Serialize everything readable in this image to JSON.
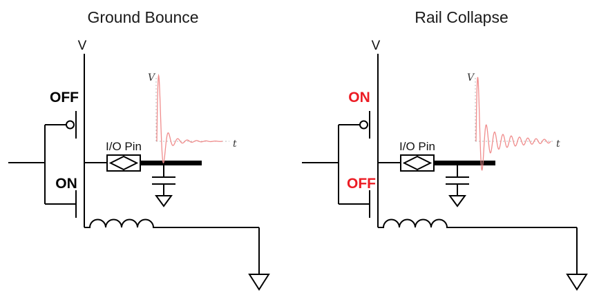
{
  "left": {
    "title": "Ground Bounce",
    "supply_label": "V",
    "pmos_state": "OFF",
    "nmos_state": "ON",
    "io_pin_label": "I/O Pin",
    "plot_y_label": "V",
    "plot_x_label": "t",
    "state_color": "#000000"
  },
  "right": {
    "title": "Rail Collapse",
    "supply_label": "V",
    "pmos_state": "ON",
    "nmos_state": "OFF",
    "io_pin_label": "I/O Pin",
    "plot_y_label": "V",
    "plot_x_label": "t",
    "state_color": "#ec1c24"
  },
  "colors": {
    "waveform": "#f08c8c",
    "circuit": "#000000",
    "axis": "#b8b8b8"
  }
}
